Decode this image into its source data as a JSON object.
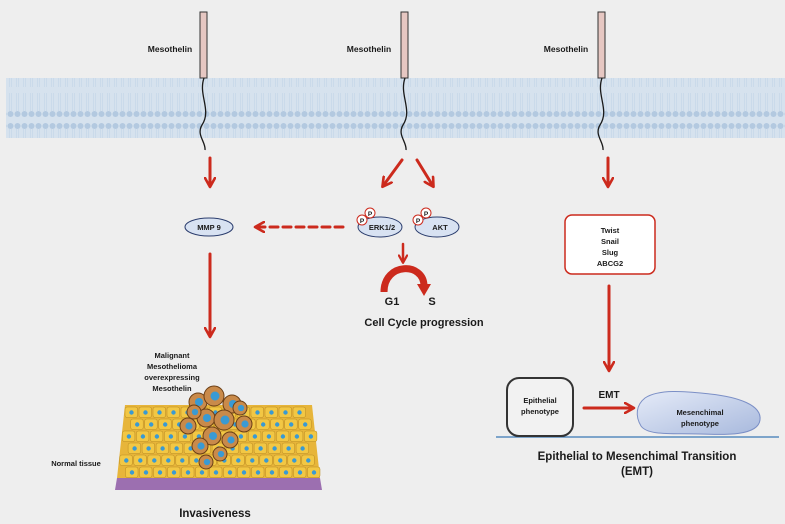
{
  "receptor_label": "Mesothelin",
  "left_path": {
    "mmp": "MMP 9",
    "tumor_label": [
      "Malignant",
      "Mesothelioma",
      "overexpressing",
      "Mesothelin"
    ],
    "normal_tissue": "Normal tissue",
    "outcome": "Invasiveness"
  },
  "center_path": {
    "phospho": "P",
    "erk": "ERK1/2",
    "akt": "AKT",
    "g1": "G1",
    "s": "S",
    "outcome": "Cell Cycle progression"
  },
  "right_path": {
    "factors": [
      "Twist",
      "Snail",
      "Slug",
      "ABCG2"
    ],
    "epithelial": [
      "Epithelial",
      "phenotype"
    ],
    "emt": "EMT",
    "mesenchimal": [
      "Mesenchimal",
      "phenotype"
    ],
    "outcome": [
      "Epithelial to Mesenchimal Transition",
      "(EMT)"
    ]
  },
  "colors": {
    "arrow": "#cc2a1d",
    "membrane": "#b9cde2",
    "receptor": "#e6c7c2",
    "oval": "#d8e2f2",
    "cell": "#f2c744",
    "nucleus": "#3a9ad3",
    "tumor": "#c98a4a",
    "basal": "#9c6fb0"
  }
}
